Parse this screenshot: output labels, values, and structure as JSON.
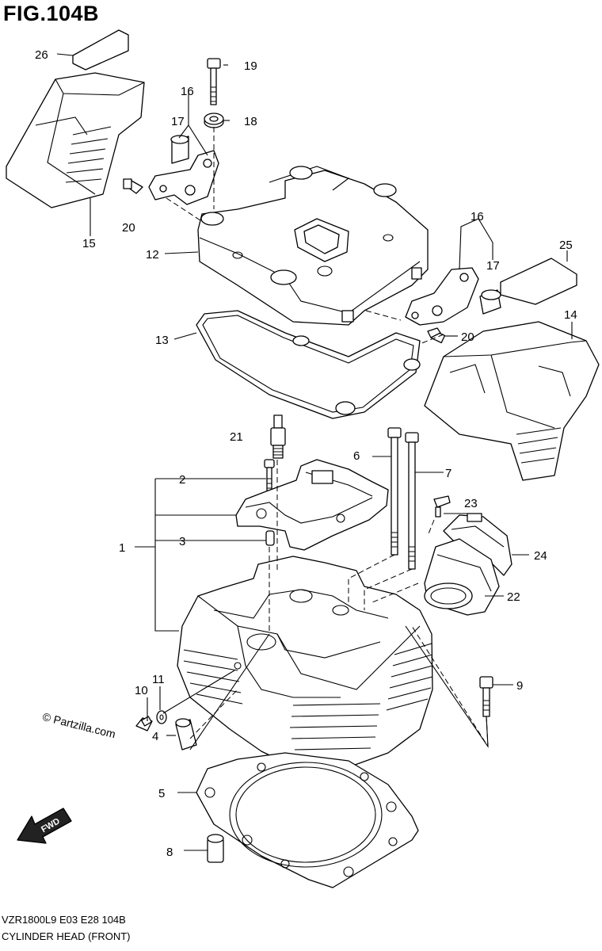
{
  "figure": {
    "title": "FIG.104B",
    "model_code": "VZR1800L9  E03  E28  104B",
    "caption": "CYLINDER HEAD (FRONT)",
    "watermark": "© Partzilla.com",
    "fwd_label": "FWD"
  },
  "callouts": [
    {
      "id": "26",
      "label": "26"
    },
    {
      "id": "19",
      "label": "19"
    },
    {
      "id": "16a",
      "label": "16"
    },
    {
      "id": "17a",
      "label": "17"
    },
    {
      "id": "18",
      "label": "18"
    },
    {
      "id": "20a",
      "label": "20"
    },
    {
      "id": "15",
      "label": "15"
    },
    {
      "id": "12",
      "label": "12"
    },
    {
      "id": "16b",
      "label": "16"
    },
    {
      "id": "25",
      "label": "25"
    },
    {
      "id": "17b",
      "label": "17"
    },
    {
      "id": "14",
      "label": "14"
    },
    {
      "id": "13",
      "label": "13"
    },
    {
      "id": "20b",
      "label": "20"
    },
    {
      "id": "21",
      "label": "21"
    },
    {
      "id": "6",
      "label": "6"
    },
    {
      "id": "7",
      "label": "7"
    },
    {
      "id": "2",
      "label": "2"
    },
    {
      "id": "23",
      "label": "23"
    },
    {
      "id": "1",
      "label": "1"
    },
    {
      "id": "3",
      "label": "3"
    },
    {
      "id": "24",
      "label": "24"
    },
    {
      "id": "22",
      "label": "22"
    },
    {
      "id": "9",
      "label": "9"
    },
    {
      "id": "11",
      "label": "11"
    },
    {
      "id": "10",
      "label": "10"
    },
    {
      "id": "4",
      "label": "4"
    },
    {
      "id": "5",
      "label": "5"
    },
    {
      "id": "8",
      "label": "8"
    }
  ]
}
